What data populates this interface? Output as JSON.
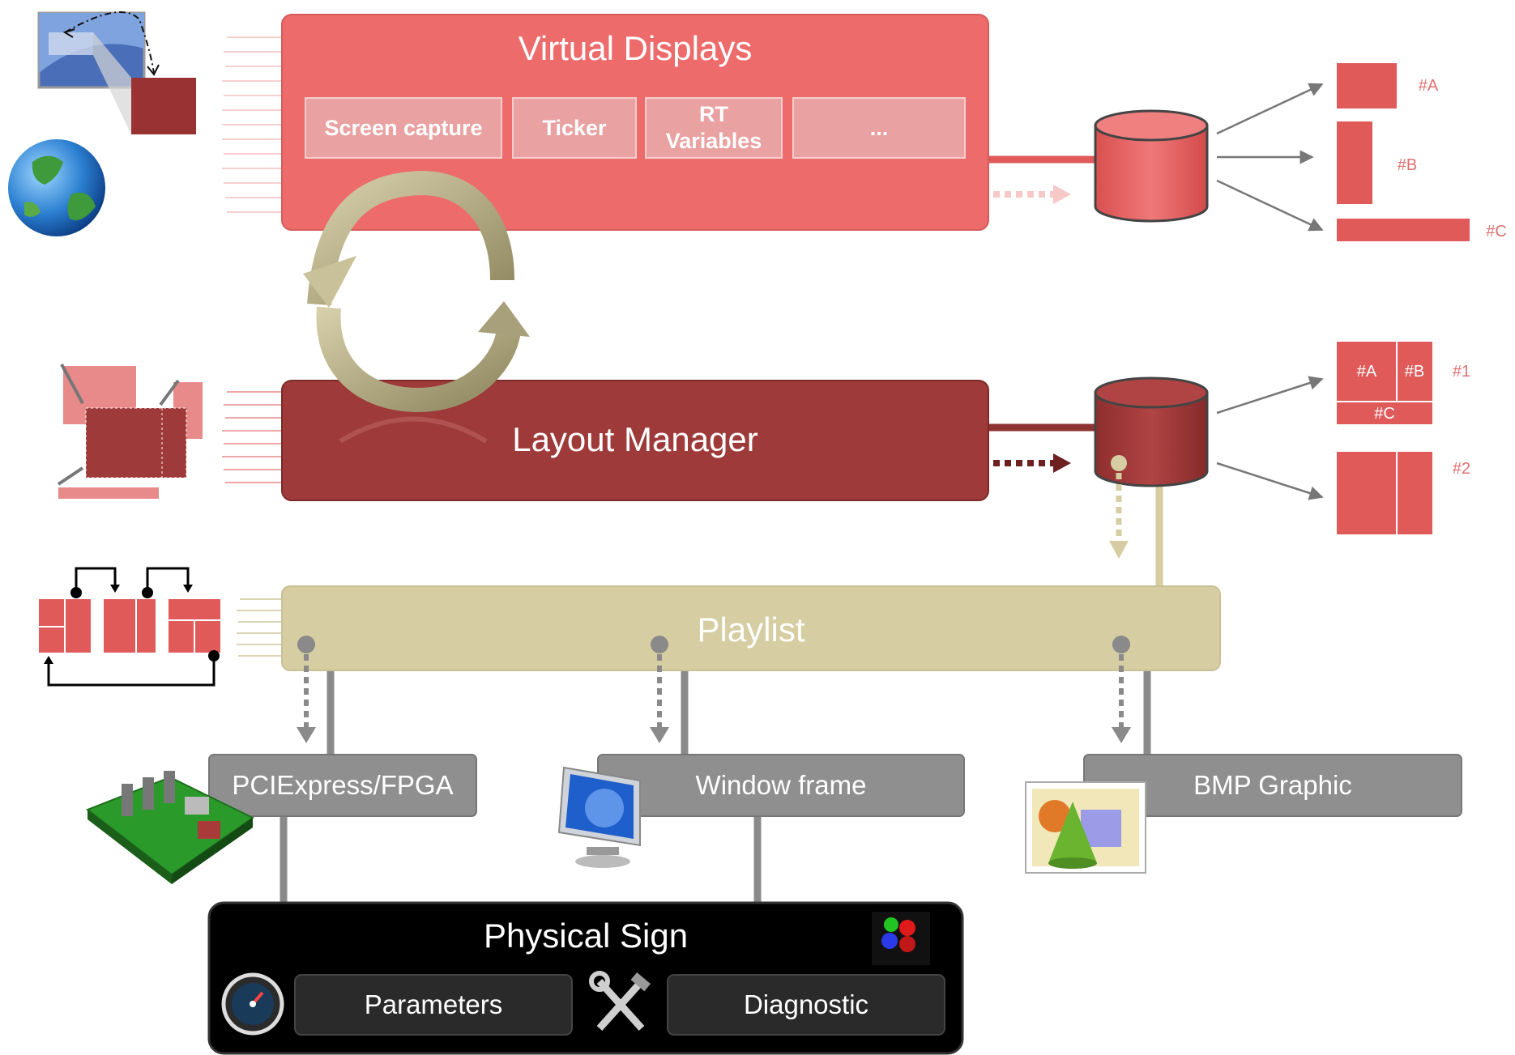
{
  "virtual_displays": {
    "title": "Virtual Displays",
    "modules": [
      "Screen capture",
      "Ticker",
      "RT\nVariables",
      "..."
    ]
  },
  "layout_manager": {
    "title": "Layout Manager"
  },
  "playlist": {
    "title": "Playlist"
  },
  "outputs": [
    "PCIExpress/FPGA",
    "Window frame",
    "BMP Graphic"
  ],
  "physical_sign": {
    "title": "Physical Sign",
    "buttons": [
      "Parameters",
      "Diagnostic"
    ]
  },
  "display_regions": {
    "labels": [
      "#A",
      "#B",
      "#C"
    ]
  },
  "layouts": {
    "layout_1_label": "#1",
    "layout_2_label": "#2",
    "cells": [
      "#A",
      "#B",
      "#C"
    ]
  },
  "colors": {
    "virtual_displays": "#ee6b6b",
    "layout_manager": "#9e3a3a",
    "playlist": "#d6cda2",
    "output_box": "#909090",
    "physical_sign": "#000000",
    "region_fill": "#e05a5a"
  },
  "icons": [
    "screen-capture-icon",
    "globe-icon",
    "layout-arrange-icon",
    "playlist-sequence-icon",
    "cycle-arrows-icon",
    "fpga-board-icon",
    "monitor-icon",
    "bmp-image-icon",
    "rgb-led-icon",
    "gauge-icon",
    "tools-icon",
    "database-icon"
  ]
}
